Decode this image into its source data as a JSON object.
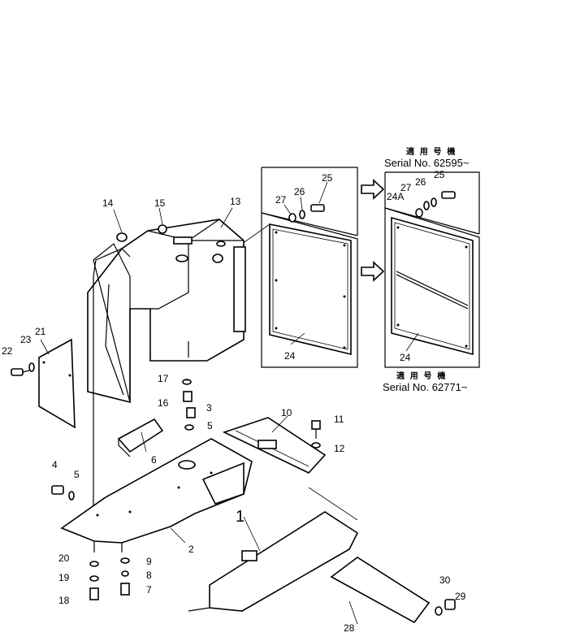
{
  "notes": {
    "jp_top": "適 用 号 機",
    "serial_top": "Serial No. 62595~",
    "jp_bottom": "適 用 号 機",
    "serial_bottom": "Serial No. 62771~"
  },
  "callouts": {
    "c1": "1",
    "c2": "2",
    "c3": "3",
    "c4": "4",
    "c5a": "5",
    "c5b": "5",
    "c6": "6",
    "c7": "7",
    "c8": "8",
    "c9": "9",
    "c10": "10",
    "c11": "11",
    "c12": "12",
    "c13": "13",
    "c14": "14",
    "c15": "15",
    "c16": "16",
    "c17": "17",
    "c18": "18",
    "c19": "19",
    "c20": "20",
    "c21": "21",
    "c22": "22",
    "c23": "23",
    "c24a": "24",
    "c24b": "24",
    "c24A": "24A",
    "c25a": "25",
    "c25b": "25",
    "c26a": "26",
    "c26b": "26",
    "c27a": "27",
    "c27b": "27",
    "c28": "28",
    "c29": "29",
    "c30": "30"
  }
}
